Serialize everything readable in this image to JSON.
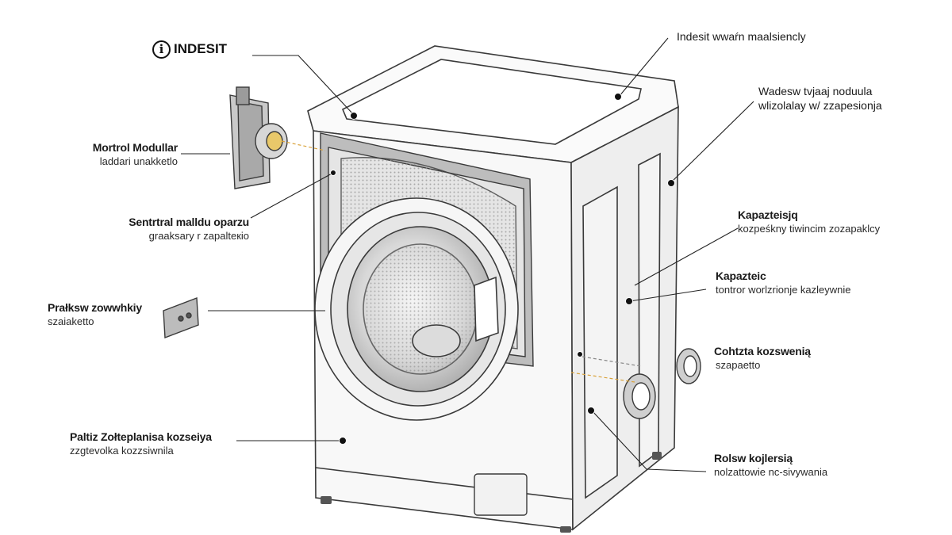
{
  "brand": {
    "name": "INDESIT",
    "icon": "indesit-logo-icon"
  },
  "labels": {
    "top_right": {
      "title": "Indesit wwaŕn maalsiencly"
    },
    "upper_right": {
      "line1": "Wadesw tvjaaj noduula",
      "line2": "wlizolalay w/ zzapesionja"
    },
    "mid_right_1": {
      "title": "Kapazteisjq",
      "sub": "kozpeśkny tiwincim zozapaklcy"
    },
    "mid_right_2": {
      "title": "Kapazteic",
      "sub": "tontror worlzrionje kazleywnie"
    },
    "low_right_1": {
      "title": "Cohtzta kozswenią",
      "sub": "szapaetto"
    },
    "low_right_2": {
      "title": "Rolsw kojlersią",
      "sub": "nolzattowie nc-sivywania"
    },
    "control_module": {
      "title": "Mortrol Modullar",
      "sub": "laddari unakketlo"
    },
    "central_module": {
      "title": "Sentrtral  malldu oparzu",
      "sub": "graaksary r zapalteкio"
    },
    "switch": {
      "title": "Prałksw zowwhkiy",
      "sub": "szaiaketto"
    },
    "bottom_left": {
      "title": "Paltiz Zołteplanisa kozseiya",
      "sub": "zzgtevolka kozzsiwnila"
    }
  },
  "colors": {
    "outline": "#3a3a3a",
    "body": "#f7f7f7",
    "drum": "#cfcfcf",
    "accent": "#d9a23a",
    "leader": "#222222"
  }
}
